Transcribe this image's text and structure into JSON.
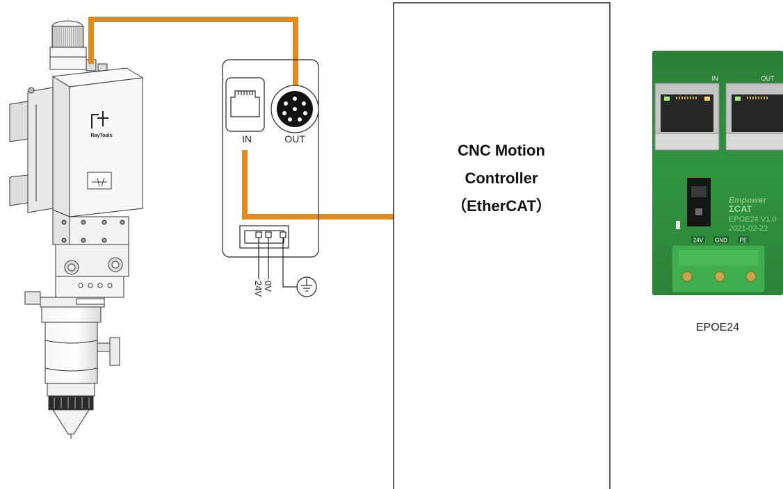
{
  "head": {
    "logo_text": "RayTools"
  },
  "adapter": {
    "in_label": "IN",
    "out_label": "OUT",
    "power_labels": [
      "24V",
      "0V"
    ]
  },
  "controller": {
    "lines": [
      "CNC Motion",
      "Controller",
      "（EtherCAT）"
    ]
  },
  "board": {
    "in_label": "IN",
    "out_label": "OUT",
    "brand": "Empower",
    "logo": "ΣCAT",
    "model": "EPOE24 V1.0",
    "date": "2021-02-22",
    "terminal_labels": [
      "24V",
      "GND",
      "PE"
    ]
  },
  "caption": "EPOE24",
  "colors": {
    "cable": "#E38A1E",
    "board_green": "#2f8a3b",
    "terminal_green": "#3fae4f",
    "outline": "#333333"
  },
  "icons": [
    "rj45-port-icon",
    "circular-connector-icon",
    "ground-icon",
    "laser-head-illustration",
    "pcb-photo"
  ]
}
